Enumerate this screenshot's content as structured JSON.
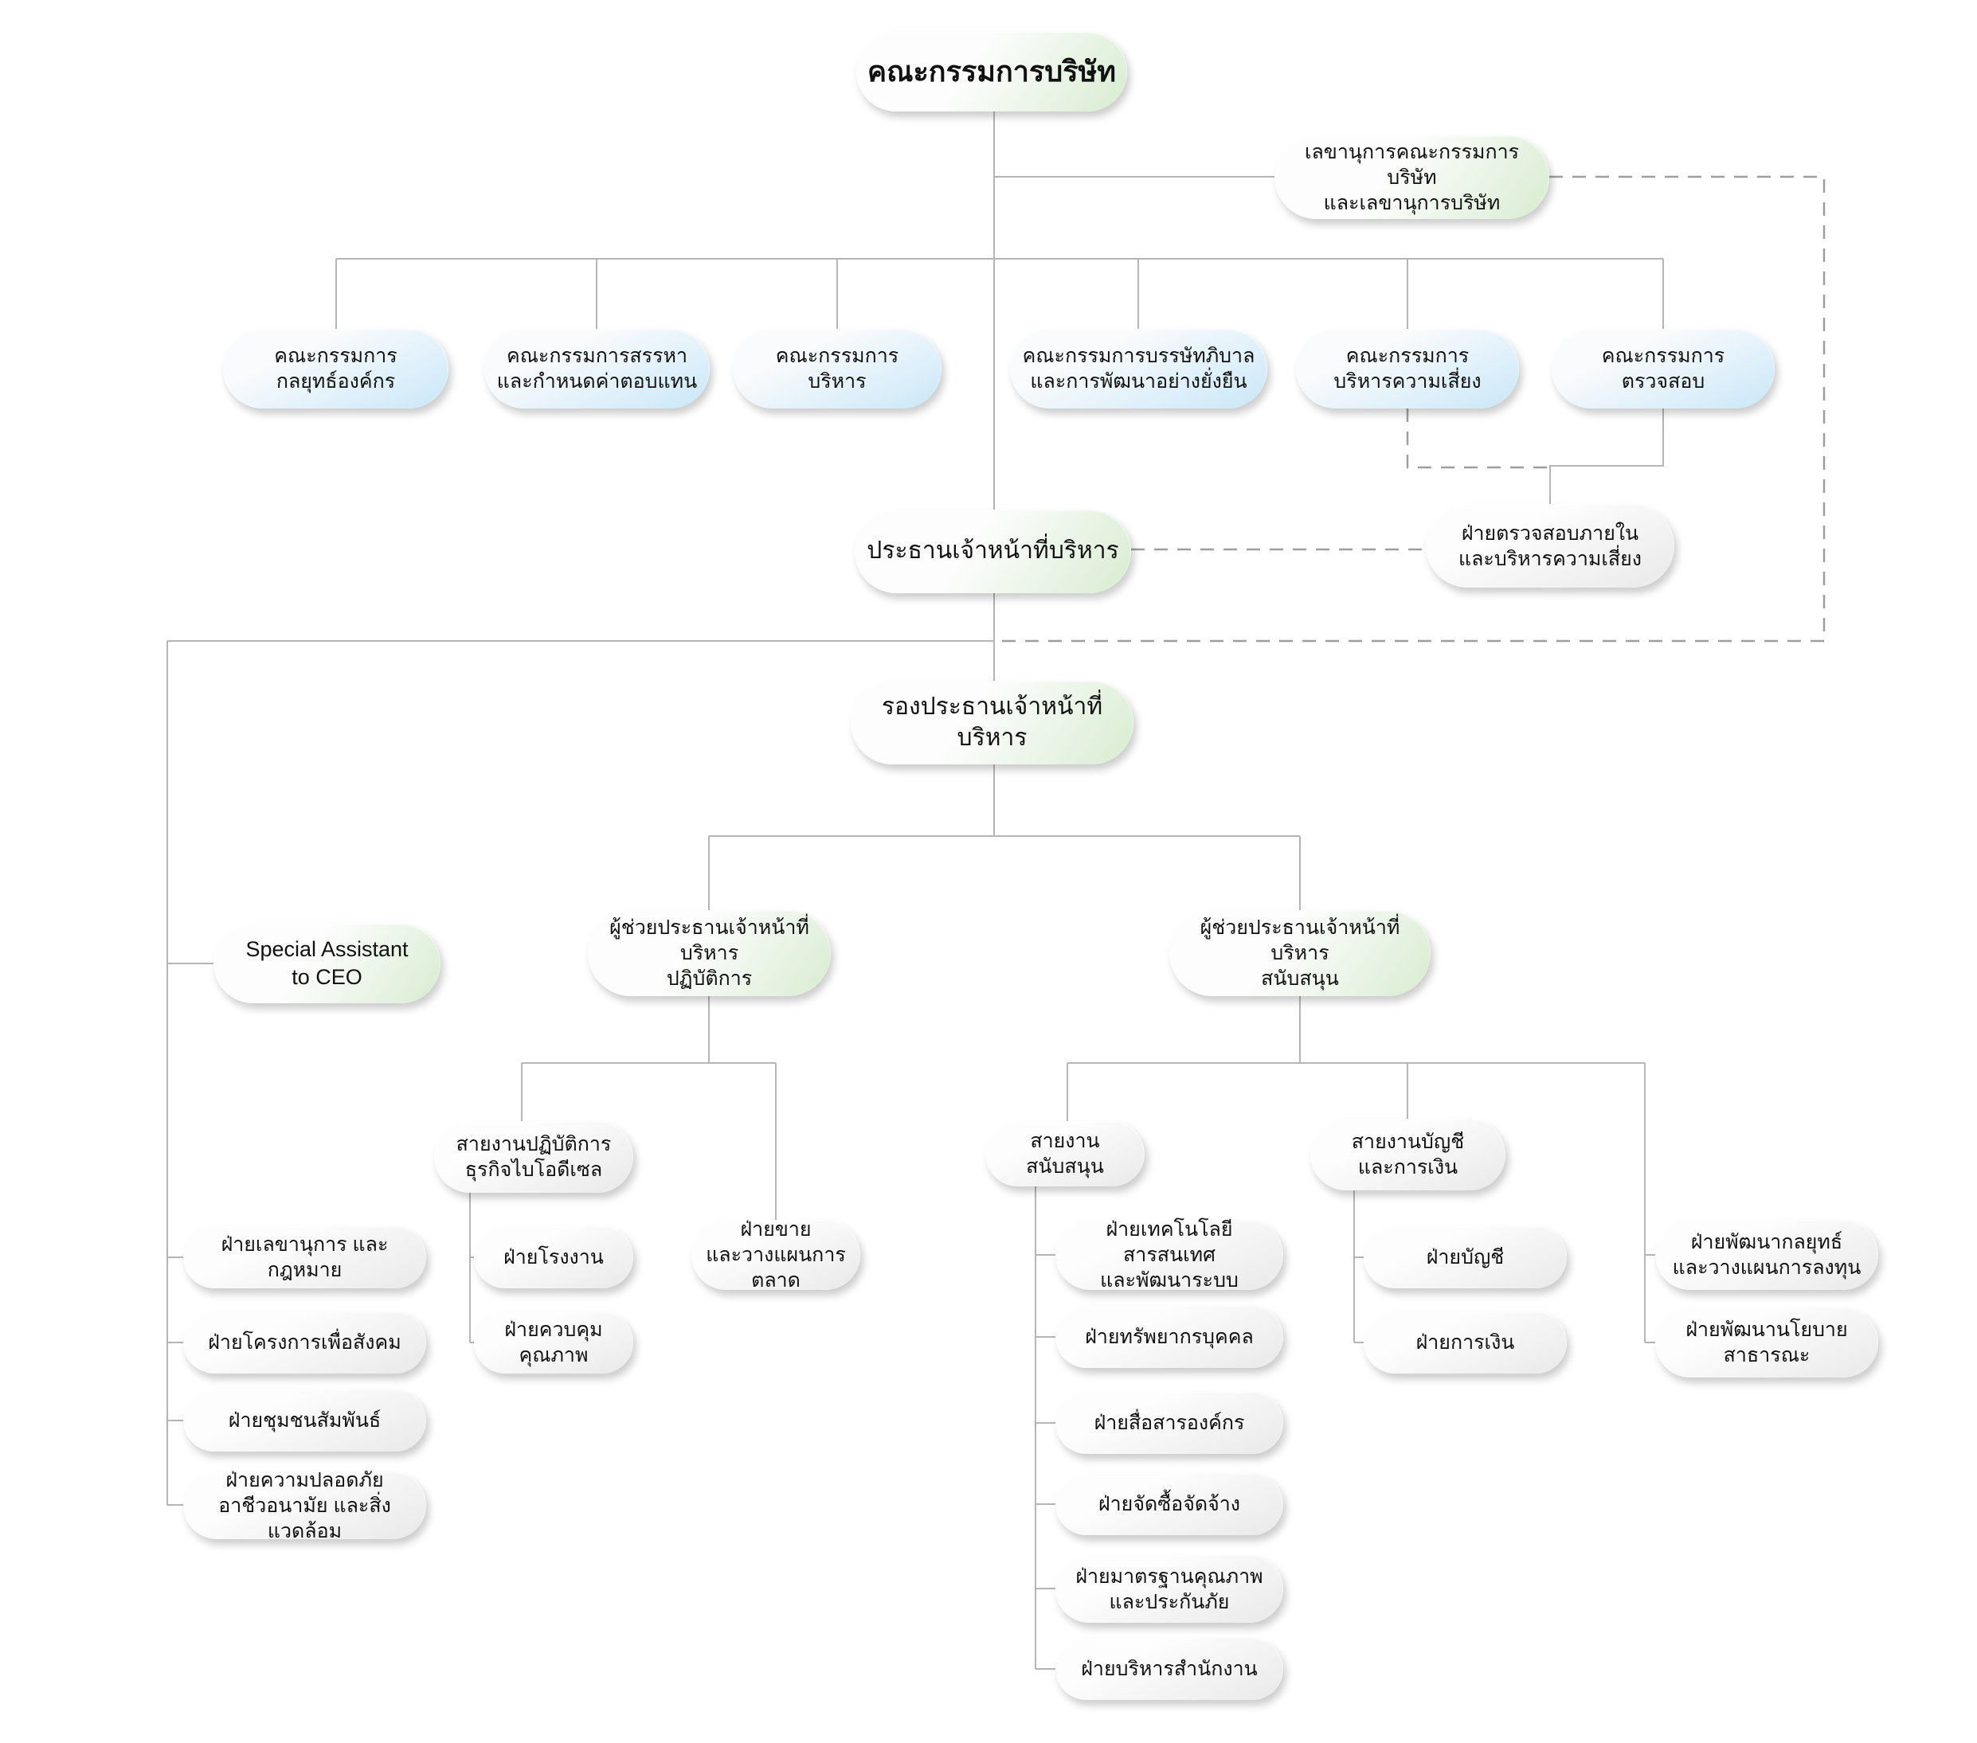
{
  "diagram_title": "คณะกรรมการบริษัท",
  "colors": {
    "executive_green": "#d8ecd1",
    "committee_blue": "#c9e7f8",
    "department_gray": "#e9e9e9",
    "connector_solid": "#b5b5b5",
    "connector_dashed": "#9e9e9e"
  },
  "nodes": {
    "board": {
      "label": "คณะกรรมการบริษัท"
    },
    "secretary": {
      "label": "เลขานุการคณะกรรมการบริษัท\nและเลขานุการบริษัท"
    },
    "committee_strategy": {
      "label": "คณะกรรมการ\nกลยุทธ์องค์กร"
    },
    "committee_nomination": {
      "label": "คณะกรรมการสรรหา\nและกำหนดค่าตอบแทน"
    },
    "committee_executive": {
      "label": "คณะกรรมการ\nบริหาร"
    },
    "committee_governance": {
      "label": "คณะกรรมการบรรษัทภิบาล\nและการพัฒนาอย่างยั่งยืน"
    },
    "committee_risk": {
      "label": "คณะกรรมการ\nบริหารความเสี่ยง"
    },
    "committee_audit": {
      "label": "คณะกรรมการ\nตรวจสอบ"
    },
    "ceo": {
      "label": "ประธานเจ้าหน้าที่บริหาร"
    },
    "internal_audit": {
      "label": "ฝ่ายตรวจสอบภายใน\nและบริหารความเสี่ยง"
    },
    "deputy_ceo": {
      "label": "รองประธานเจ้าหน้าที่บริหาร"
    },
    "special_assistant": {
      "label": "Special Assistant\nto CEO"
    },
    "asst_ceo_operations": {
      "label": "ผู้ช่วยประธานเจ้าหน้าที่บริหาร\nปฏิบัติการ"
    },
    "asst_ceo_support": {
      "label": "ผู้ช่วยประธานเจ้าหน้าที่บริหาร\nสนับสนุน"
    },
    "div_biodiesel_operations": {
      "label": "สายงานปฏิบัติการ\nธุรกิจไบโอดีเซล"
    },
    "div_support": {
      "label": "สายงานสนับสนุน"
    },
    "div_accounting_finance": {
      "label": "สายงานบัญชี\nและการเงิน"
    },
    "dept_secretary_legal": {
      "label": "ฝ่ายเลขานุการ และ กฎหมาย"
    },
    "dept_social_projects": {
      "label": "ฝ่ายโครงการเพื่อสังคม"
    },
    "dept_community_relations": {
      "label": "ฝ่ายชุมชนสัมพันธ์"
    },
    "dept_safety_environment": {
      "label": "ฝ่ายความปลอดภัย\nอาชีวอนามัย และสิ่งแวดล้อม"
    },
    "dept_factory": {
      "label": "ฝ่ายโรงงาน"
    },
    "dept_quality_control": {
      "label": "ฝ่ายควบคุมคุณภาพ"
    },
    "dept_sales_marketing": {
      "label": "ฝ่ายขาย\nและวางแผนการตลาด"
    },
    "dept_it_systems": {
      "label": "ฝ่ายเทคโนโลยีสารสนเทศ\nและพัฒนาระบบ"
    },
    "dept_hr": {
      "label": "ฝ่ายทรัพยากรบุคคล"
    },
    "dept_corporate_comm": {
      "label": "ฝ่ายสื่อสารองค์กร"
    },
    "dept_procurement": {
      "label": "ฝ่ายจัดซื้อจัดจ้าง"
    },
    "dept_quality_standards": {
      "label": "ฝ่ายมาตรฐานคุณภาพ\nและประกันภัย"
    },
    "dept_office_admin": {
      "label": "ฝ่ายบริหารสำนักงาน"
    },
    "dept_accounting": {
      "label": "ฝ่ายบัญชี"
    },
    "dept_finance": {
      "label": "ฝ่ายการเงิน"
    },
    "dept_strategy_investment": {
      "label": "ฝ่ายพัฒนากลยุทธ์\nและวางแผนการลงทุน"
    },
    "dept_public_policy": {
      "label": "ฝ่ายพัฒนานโยบาย\nสาธารณะ"
    }
  }
}
